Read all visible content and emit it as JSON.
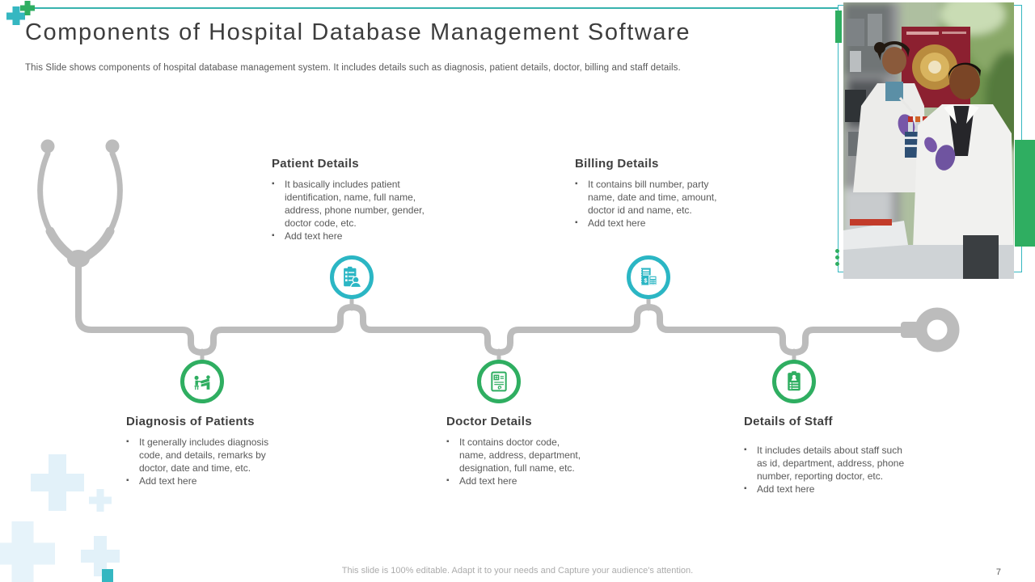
{
  "slide": {
    "title": "Components of Hospital Database Management Software",
    "subtitle": "This Slide shows components of hospital database management system. It includes details such as diagnosis, patient details, doctor, billing and staff details.",
    "footer": "This slide is 100% editable. Adapt it to your needs and Capture your audience's attention.",
    "page_number": "7"
  },
  "colors": {
    "teal": "#2bb6c4",
    "green": "#2fae61",
    "timeline_gray": "#bcbcbc",
    "title_text": "#3d3d3d",
    "body_text": "#595959",
    "footer_text": "#ababab",
    "pale_cross": "#e2f1f9"
  },
  "icons": {
    "dollar_glyph": "$"
  },
  "sections": [
    {
      "id": "diagnosis",
      "title": "Diagnosis of Patients",
      "icon": "exam-table-icon",
      "color": "green",
      "row": "bottom",
      "bullets": [
        "It generally includes diagnosis code, and details, remarks by doctor, date and time, etc.",
        "Add text here"
      ]
    },
    {
      "id": "patient",
      "title": "Patient Details",
      "icon": "patient-clipboard-icon",
      "color": "teal",
      "row": "top",
      "bullets": [
        "It basically includes patient identification, name, full name, address, phone number, gender, doctor code, etc.",
        "Add text here"
      ]
    },
    {
      "id": "doctor",
      "title": "Doctor Details",
      "icon": "medical-record-icon",
      "color": "green",
      "row": "bottom",
      "bullets": [
        "It contains doctor code, name, address, department, designation, full name, etc.",
        "Add text here"
      ]
    },
    {
      "id": "billing",
      "title": "Billing Details",
      "icon": "bill-calculator-icon",
      "color": "teal",
      "row": "top",
      "bullets": [
        "It contains bill number, party name, date and time, amount, doctor id and name, etc.",
        "Add text here"
      ]
    },
    {
      "id": "staff",
      "title": "Details of Staff",
      "icon": "staff-list-icon",
      "color": "green",
      "row": "bottom",
      "bullets": [
        "It includes details about staff such as id, department, address, phone number, reporting doctor, etc.",
        "Add text here"
      ]
    }
  ]
}
